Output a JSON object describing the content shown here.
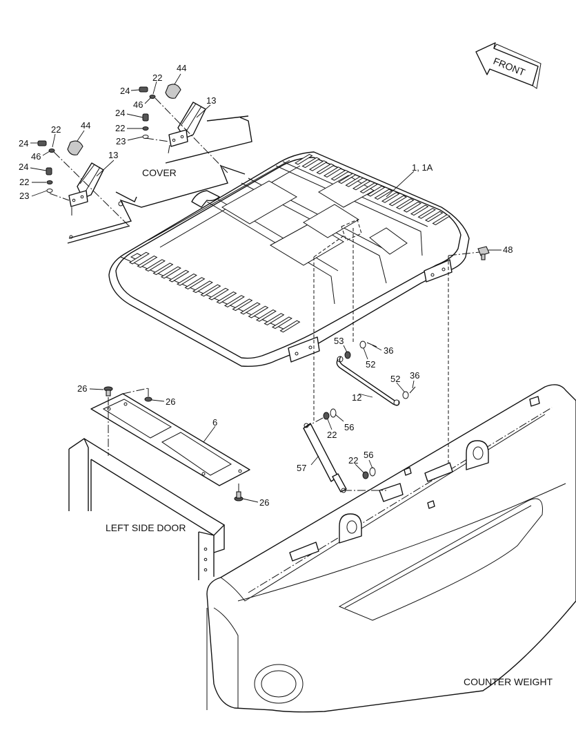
{
  "captions": {
    "cover": "COVER",
    "left_side_door": "LEFT SIDE DOOR",
    "counter_weight": "COUNTER WEIGHT",
    "front": "FRONT"
  },
  "callouts": {
    "hood": "1, 1A",
    "plate": "6",
    "rod": "12",
    "latch_right": "13",
    "latch_left": "13",
    "bolt_r1": "24",
    "bolt_r2": "24",
    "bolt_l1": "24",
    "bolt_l2": "24",
    "washer_r1": "22",
    "washer_r2": "22",
    "washer_l1": "22",
    "washer_l2": "22",
    "washer_s1": "22",
    "washer_s2": "22",
    "lockwasher_r": "23",
    "lockwasher_l": "23",
    "oring_r": "46",
    "oring_l": "46",
    "knob_r": "44",
    "knob_l": "44",
    "screw_1": "26",
    "screw_2": "26",
    "screw_3": "26",
    "bushing_1": "52",
    "bushing_2": "52",
    "washer_53": "53",
    "pin_1": "36",
    "pin_2": "36",
    "nut_1": "56",
    "nut_2": "56",
    "damper": "57",
    "bolt_48": "48"
  }
}
